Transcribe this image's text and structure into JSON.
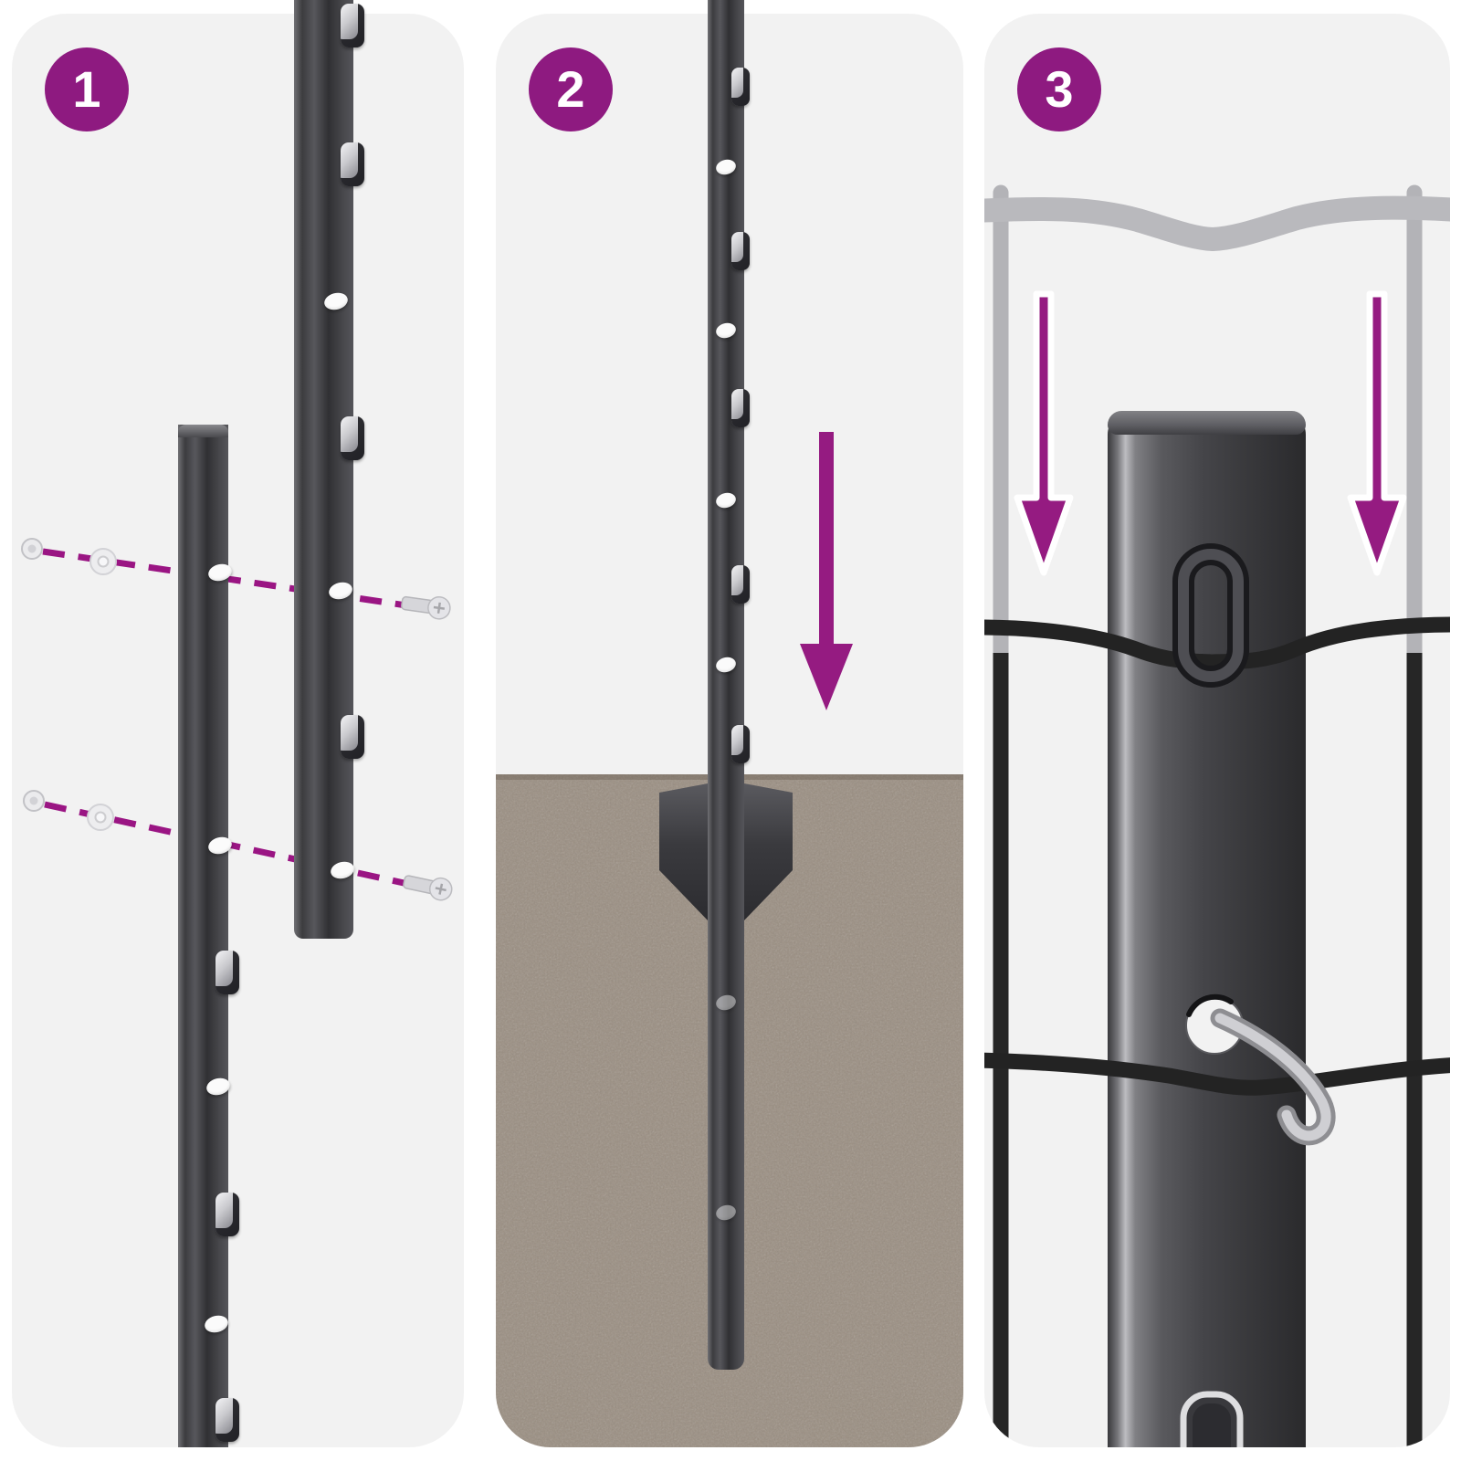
{
  "page": {
    "background": "#ffffff",
    "panel_background": "#f2f2f2",
    "accent_color": "#951b81",
    "badge_color": "#8e1a80",
    "ground_color": "#9a8e81",
    "post_color": "#3f3f43",
    "mesh_gray_color": "#b7b7b7",
    "wire_black_color": "#262626"
  },
  "steps": [
    {
      "number": "1"
    },
    {
      "number": "2"
    },
    {
      "number": "3"
    }
  ]
}
